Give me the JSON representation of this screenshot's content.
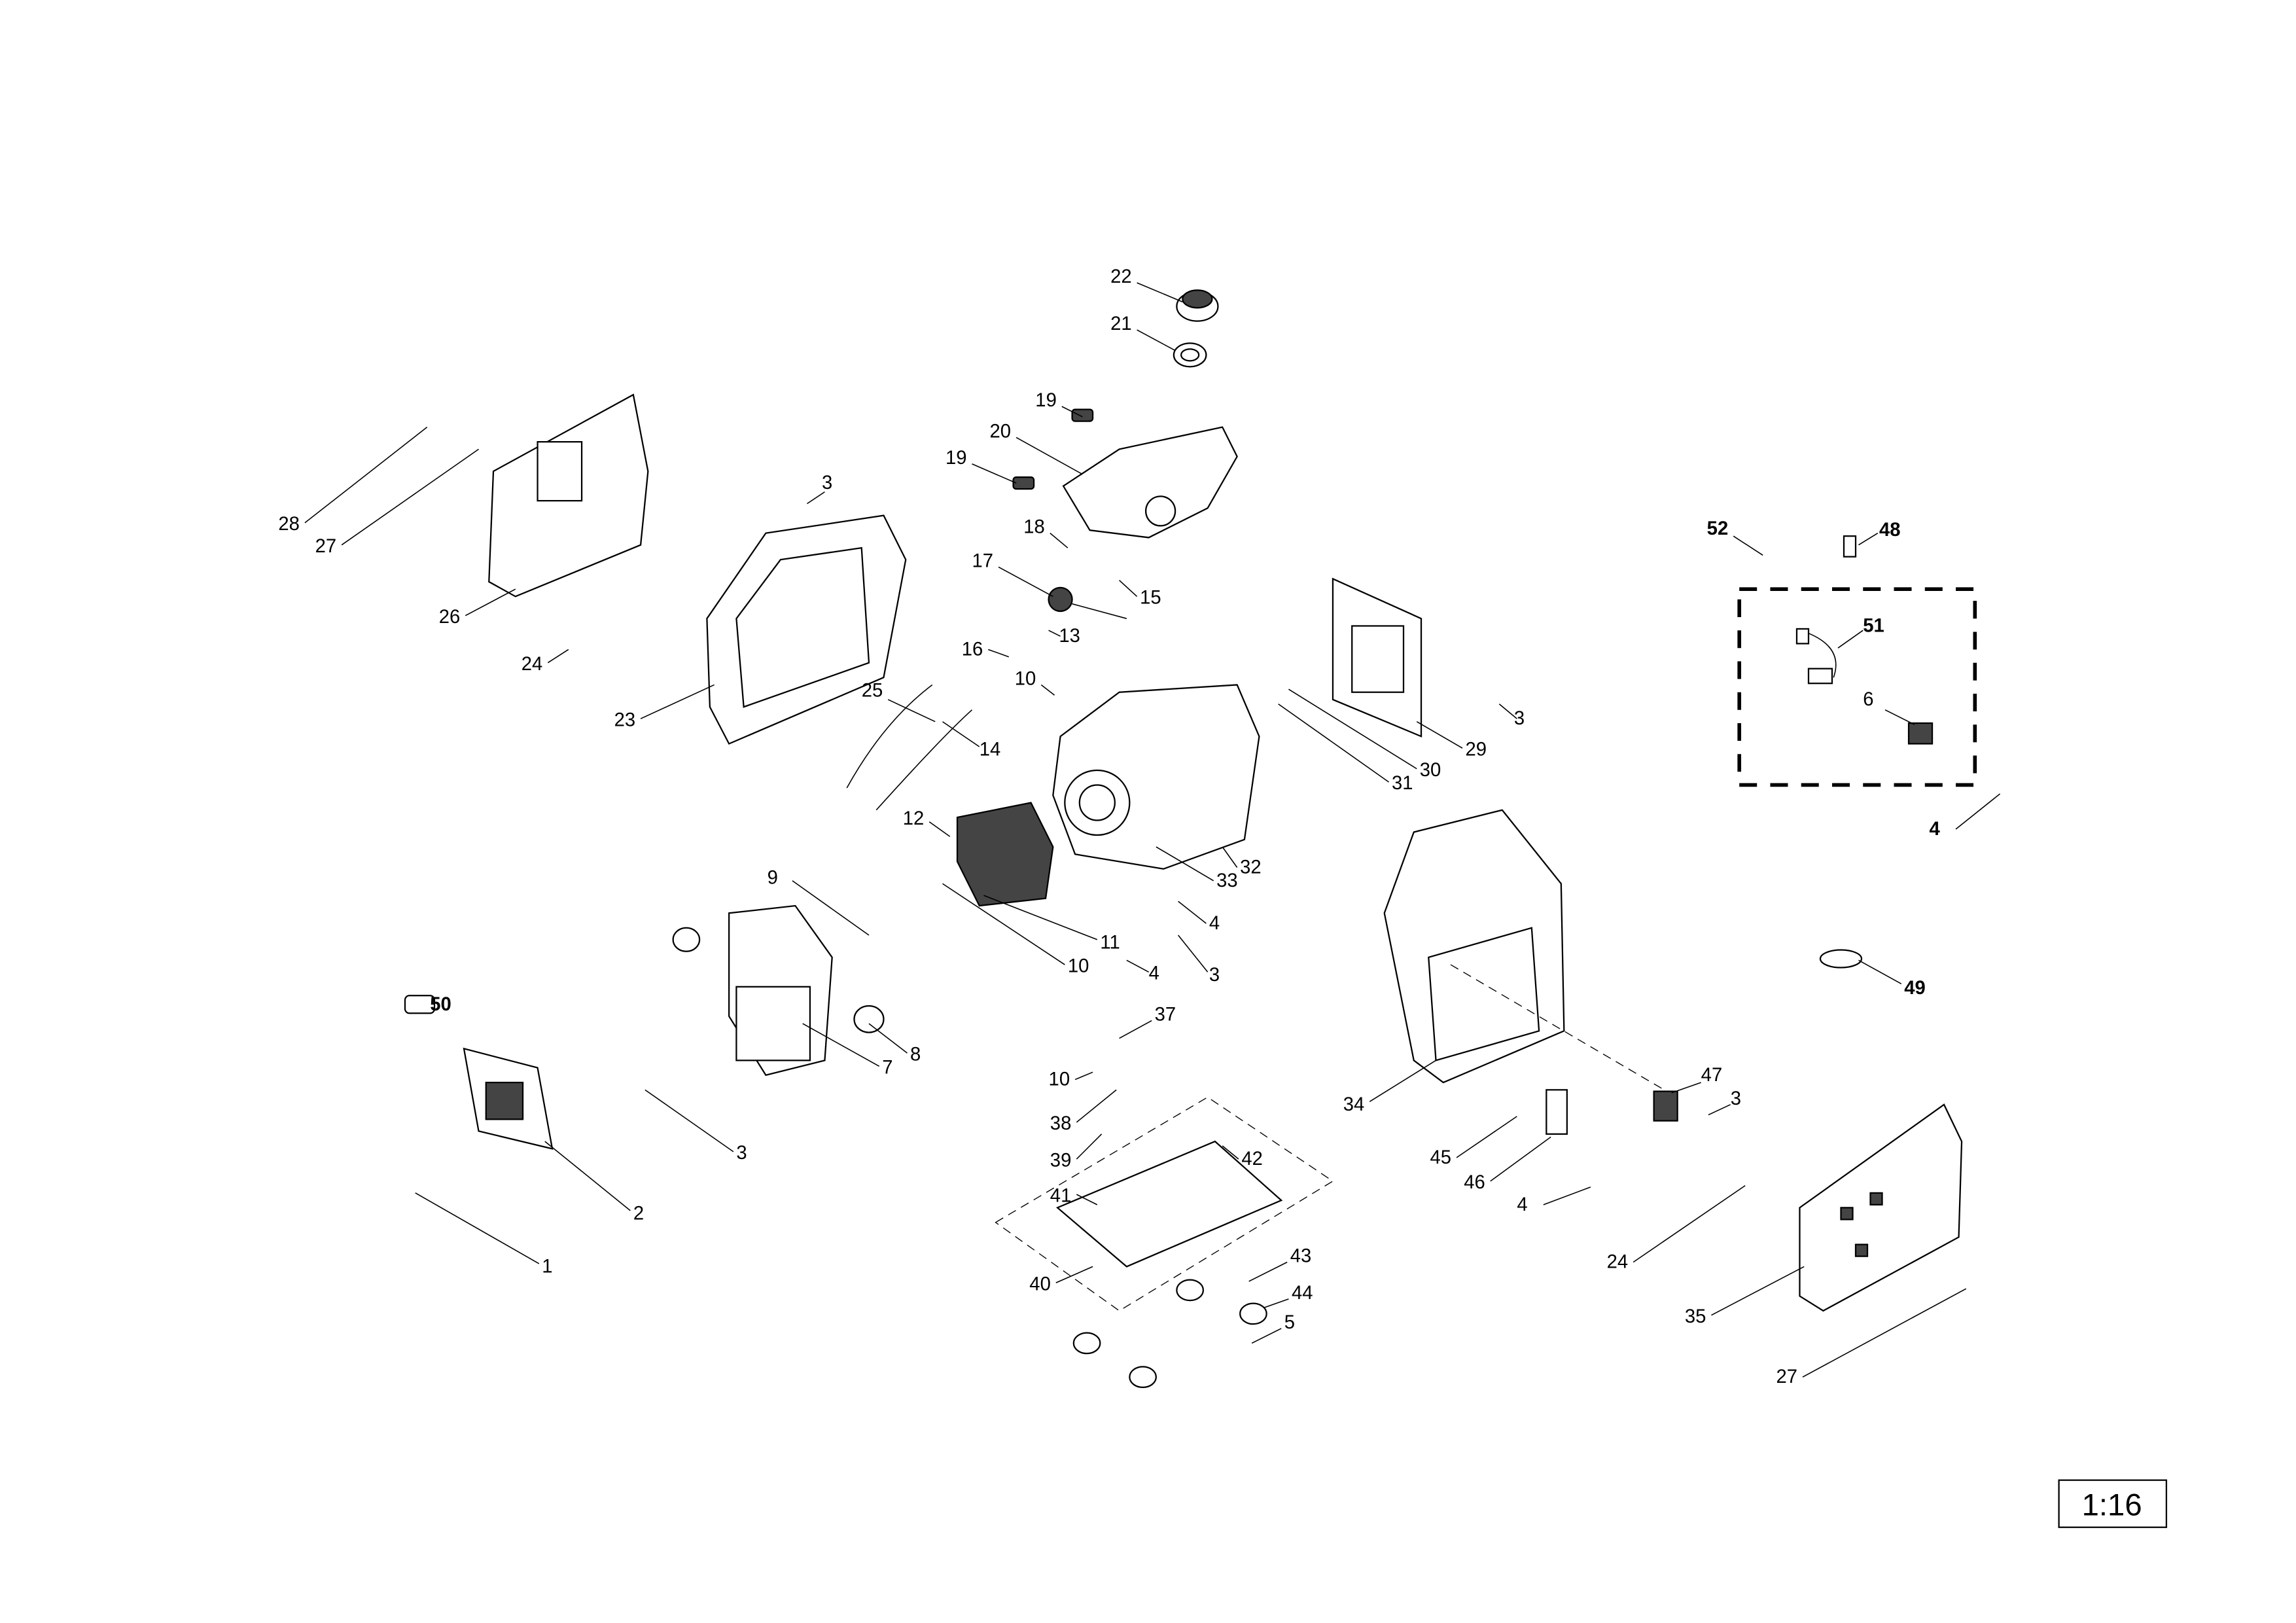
{
  "diagram": {
    "scale": "1:16",
    "callouts": [
      "22",
      "21",
      "19",
      "20",
      "19",
      "3",
      "28",
      "27",
      "26",
      "24",
      "18",
      "17",
      "15",
      "13",
      "16",
      "10",
      "25",
      "14",
      "23",
      "12",
      "11",
      "10",
      "33",
      "32",
      "31",
      "30",
      "29",
      "3",
      "4",
      "3",
      "4",
      "9",
      "8",
      "7",
      "50",
      "3",
      "2",
      "1",
      "37",
      "10",
      "38",
      "39",
      "41",
      "42",
      "40",
      "43",
      "44",
      "5",
      "34",
      "45",
      "46",
      "4",
      "47",
      "3",
      "52",
      "48",
      "51",
      "6",
      "4",
      "49",
      "24",
      "35",
      "27"
    ]
  }
}
